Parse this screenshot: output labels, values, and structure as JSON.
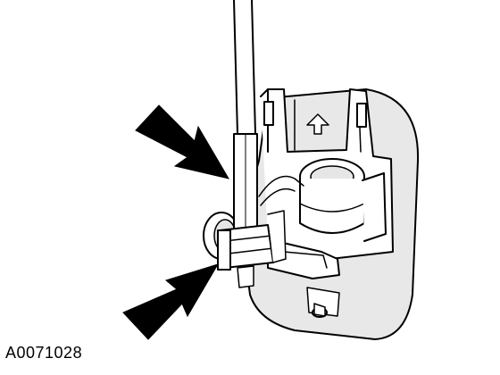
{
  "figure": {
    "code": "A0071028"
  },
  "callouts": [
    {
      "id": "upper-arrow",
      "icon": "arrow-pointing-at-cable-end"
    },
    {
      "id": "lower-arrow",
      "icon": "arrow-pointing-at-retainer-clip"
    }
  ],
  "colors": {
    "line": "#000000",
    "shade": "#e6e6e6",
    "background": "#ffffff"
  }
}
